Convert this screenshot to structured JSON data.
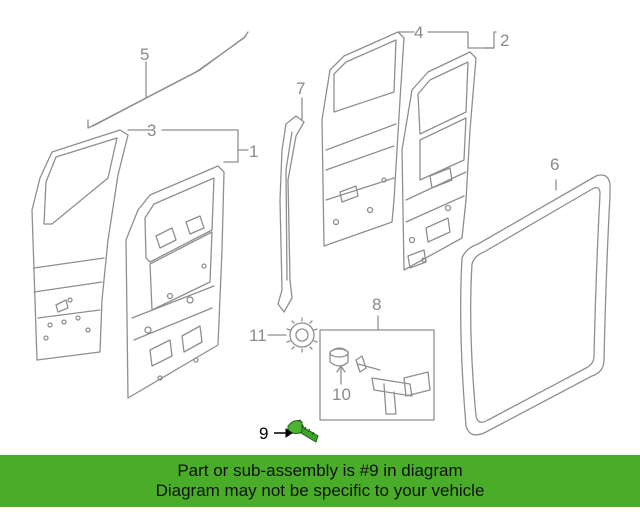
{
  "callouts": {
    "c1": "1",
    "c2": "2",
    "c3": "3",
    "c4": "4",
    "c5": "5",
    "c6": "6",
    "c7": "7",
    "c8": "8",
    "c9": "9",
    "c10": "10",
    "c11": "11"
  },
  "banner": {
    "line1": "Part or sub-assembly is #9 in diagram",
    "line2": "Diagram may not be specific to your vehicle"
  },
  "colors": {
    "banner_bg": "#49ad2a",
    "part_highlight": "#3fa32a",
    "line_art": "#8f8f8f",
    "callout_text": "#8a8a8a"
  }
}
